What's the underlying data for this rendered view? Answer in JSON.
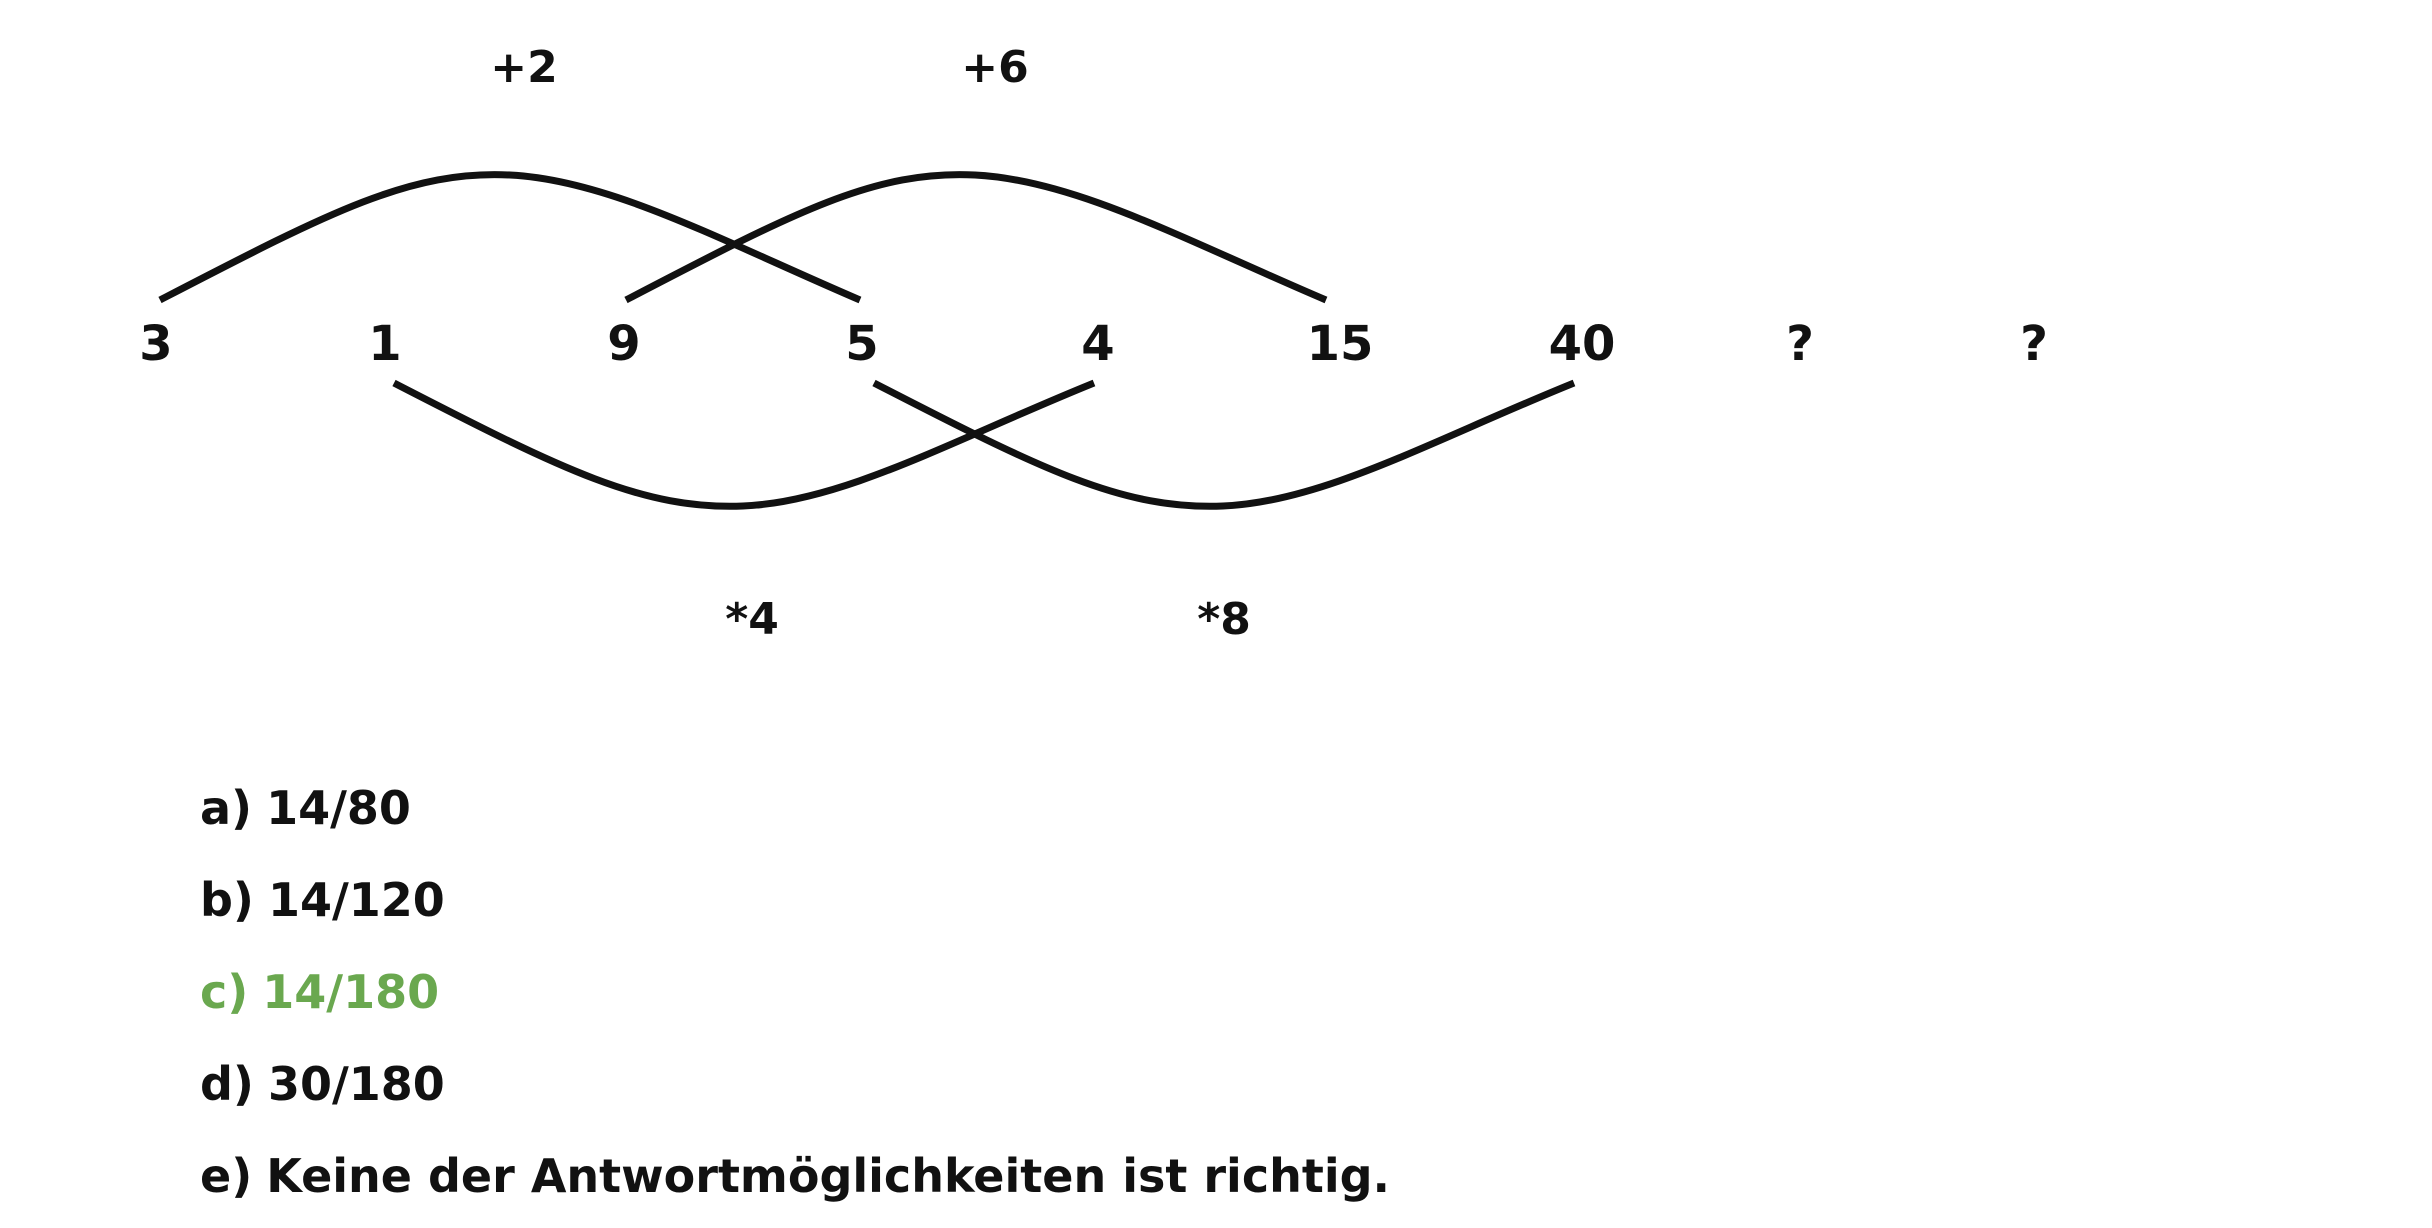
{
  "sequence": {
    "items": [
      "3",
      "1",
      "9",
      "5",
      "4",
      "15",
      "40",
      "?",
      "?"
    ]
  },
  "operations": {
    "top": [
      "+2",
      "+6"
    ],
    "bottom": [
      "*4",
      "*8"
    ]
  },
  "answers": [
    {
      "letter": "a)",
      "text": "14/80",
      "correct": false
    },
    {
      "letter": "b)",
      "text": "14/120",
      "correct": false
    },
    {
      "letter": "c)",
      "text": "14/180",
      "correct": true
    },
    {
      "letter": "d)",
      "text": "30/180",
      "correct": false
    },
    {
      "letter": "e)",
      "text": "Keine der Antwortmöglichkeiten ist richtig.",
      "correct": false
    }
  ],
  "colors": {
    "ink": "#111111",
    "correct_answer": "#6aa84f"
  }
}
